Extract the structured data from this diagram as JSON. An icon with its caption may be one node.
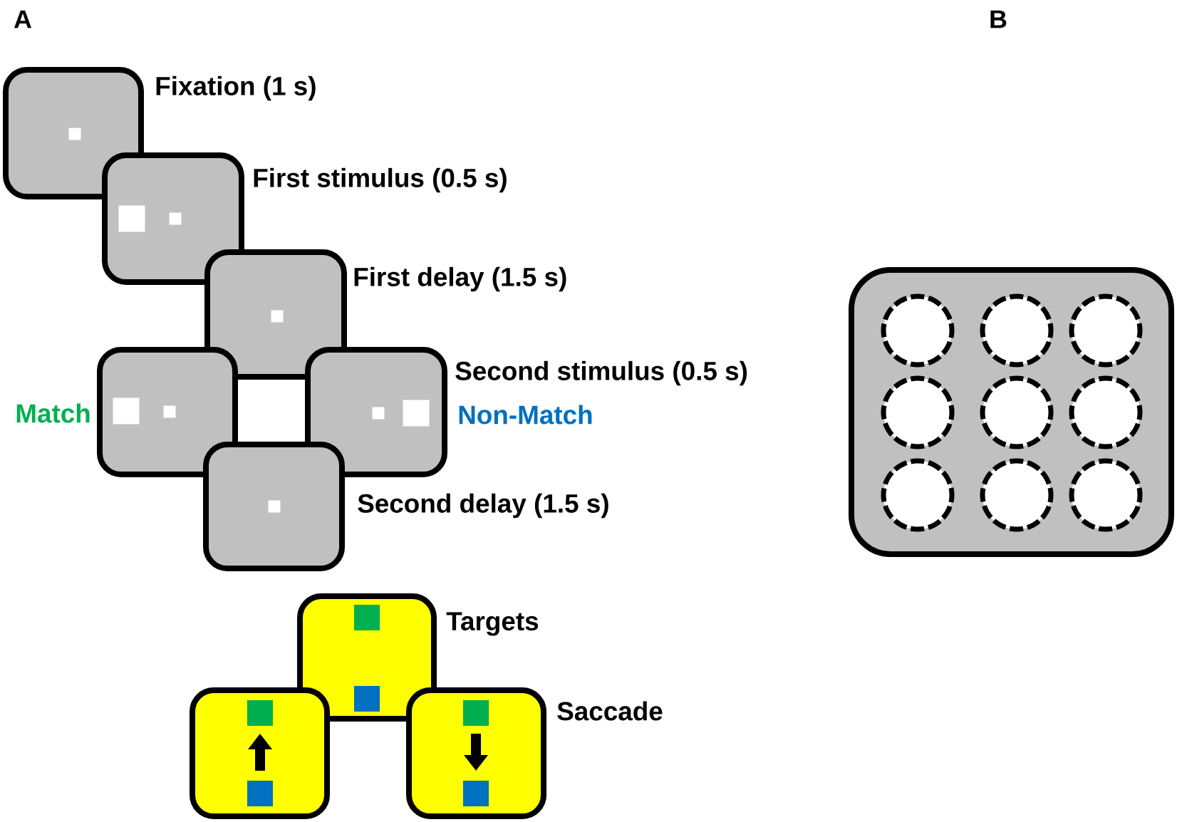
{
  "diagram": {
    "nodes": [
      {
        "text": [
          "Fixation (1 s)"
        ]
      },
      {
        "text": [
          "First stimulus (0.5 s)"
        ]
      },
      {
        "text": [
          "First delay (1.5 s)"
        ]
      },
      {
        "text": [
          "Match"
        ]
      },
      {
        "text": [
          "Second stimulus (0.5 s)",
          "Non-Match"
        ]
      },
      {
        "text": [
          "Second delay (1.5 s)"
        ]
      },
      {
        "text": [
          "Targets"
        ]
      },
      {
        "text": [],
        "shape": "box"
      },
      {
        "text": [
          "Saccade"
        ]
      },
      {
        "text": [],
        "shape": "box"
      }
    ],
    "labels": [
      "A",
      "B"
    ]
  }
}
